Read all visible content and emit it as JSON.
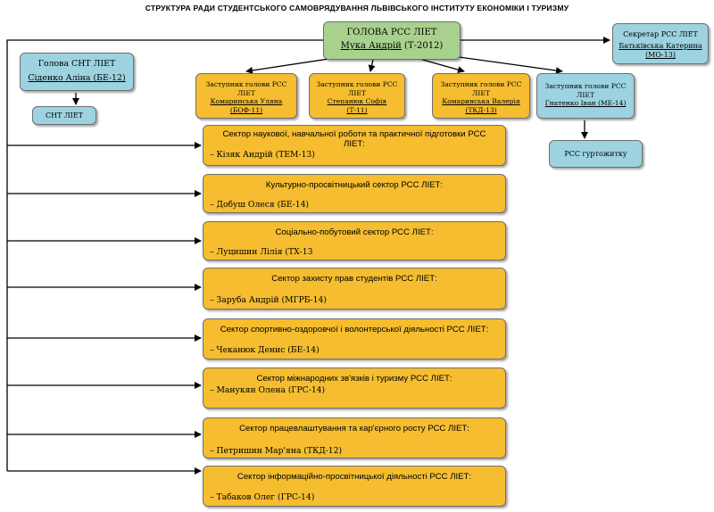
{
  "title": "СТРУКТУРА РАДИ СТУДЕНТСЬКОГО САМОВРЯДУВАННЯ ЛЬВІВСЬКОГО ІНСТИТУТУ ЕКОНОМІКИ І ТУРИЗМУ",
  "head": {
    "role": "ГОЛОВА  РСС ЛІЕТ",
    "name": "Мука Андрій",
    "group": " (Т-2012)"
  },
  "secretary": {
    "role": "Секретар РСС ЛІЕТ",
    "name": "Батьківська Катерина",
    "group": "(МО-13)"
  },
  "snt_head": {
    "role": "Голова СНТ ЛІЕТ",
    "name": "Сіденко Аліна (БЕ-12)"
  },
  "snt": {
    "label": "СНТ ЛІЕТ"
  },
  "deputies": [
    {
      "line1": "Заступник голови РСС",
      "line2": "ЛІЕТ",
      "name": "Комаринська Уляна",
      "group": "(БОФ-11)"
    },
    {
      "line1": "Заступник голови РСС",
      "line2": "ЛІЕТ",
      "name": "Степанюк Софія",
      "group": "(Т-11)"
    },
    {
      "line1": "Заступник голови РСС",
      "line2": "ЛІЕТ",
      "name": "Комаринська Валерія",
      "group": "(ТКД-13)"
    },
    {
      "line1": "Заступник голови РСС",
      "line2": "ЛІЕТ",
      "name": "Гнатенко Іван (МЕ-14)",
      "group": ""
    }
  ],
  "dormitory": {
    "label": "РСС гуртожитку"
  },
  "sectors": [
    {
      "title": "Сектор наукової, навчальної роботи та практичної підготовки РСС",
      "title2": "ЛІЕТ:",
      "member": "–   Кізяк Андрій (ТЕМ-13)"
    },
    {
      "title": "Культурно-просвітницький сектор РСС ЛІЕТ:",
      "title2": "",
      "member": "–   Добуш Олеся (БЕ-14)"
    },
    {
      "title": "Соціально-побутовий сектор РСС ЛІЕТ:",
      "title2": "",
      "member": "–   Луцишин Лілія (ТХ-13"
    },
    {
      "title": "Сектор захисту прав студентів РСС ЛІЕТ:",
      "title2": "",
      "member": "–   Заруба Андрій (МГРБ-14)"
    },
    {
      "title": "Сектор спортивно-оздоровчої і волонтерської діяльності РСС ЛІЕТ:",
      "title2": "",
      "member": "–   Чеканюк Денис (БЕ-14)"
    },
    {
      "title": "Сектор  міжнародних  зв'язків  і  туризму РСС ЛІЕТ:",
      "title2": "",
      "member": "–   Манукян Олена (ГРС-14)"
    },
    {
      "title": "Сектор працевлаштування та кар'єрного росту РСС ЛІЕТ:",
      "title2": "",
      "member": "–   Петришин Мар'яна (ТКД-12)"
    },
    {
      "title": "Сектор  інформаційно-просвітницької  діяльності  РСС  ЛІЕТ:",
      "title2": "",
      "member": "–   Табаков Олег (ГРС-14)"
    }
  ],
  "colors": {
    "green": "#a9d18e",
    "blue": "#9dd3e0",
    "orange": "#f5bd2f"
  }
}
